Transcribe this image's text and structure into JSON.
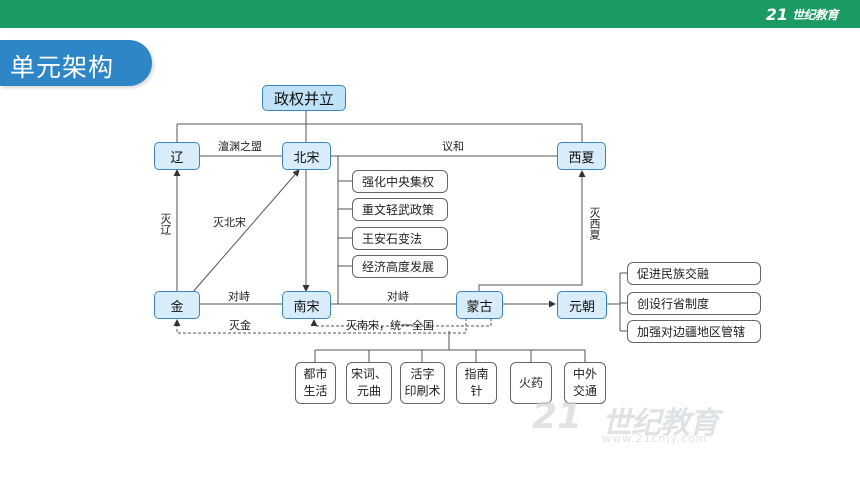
{
  "header": {
    "logo_mark": "21",
    "logo_text": "世纪教育"
  },
  "page_title": "单元架构",
  "diagram": {
    "top_node": "政权并立",
    "nodes": {
      "liao": "辽",
      "beisong": "北宋",
      "xixia": "西夏",
      "jin": "金",
      "nansong": "南宋",
      "menggu": "蒙古",
      "yuanchao": "元朝"
    },
    "edge_labels": {
      "chanyuan": "澶渊之盟",
      "yihe": "议和",
      "mie_liao": "灭辽",
      "mie_beisong": "灭北宋",
      "mie_xixia": "灭西夏",
      "duizhi_1": "对峙",
      "duizhi_2": "对峙",
      "mie_jin": "灭金",
      "mie_nansong": "灭南宋，统一全国"
    },
    "beisong_policies": [
      "强化中央集权",
      "重文轻武政策",
      "王安石变法",
      "经济高度发展"
    ],
    "yuan_policies": [
      "促进民族交融",
      "创设行省制度",
      "加强对边疆地区管辖"
    ],
    "achievements": [
      "都市\n生活",
      "宋词、\n元曲",
      "活字\n印刷术",
      "指南\n针",
      "火药",
      "中外\n交通"
    ]
  },
  "watermark": {
    "mark": "21",
    "text": "世纪教育",
    "url": "www.21cnjy.com"
  },
  "colors": {
    "topbar": "#1a9b63",
    "title_tab": "#2f86c6",
    "node_fill": "#d9ecf9",
    "node_border": "#3a86c0"
  }
}
